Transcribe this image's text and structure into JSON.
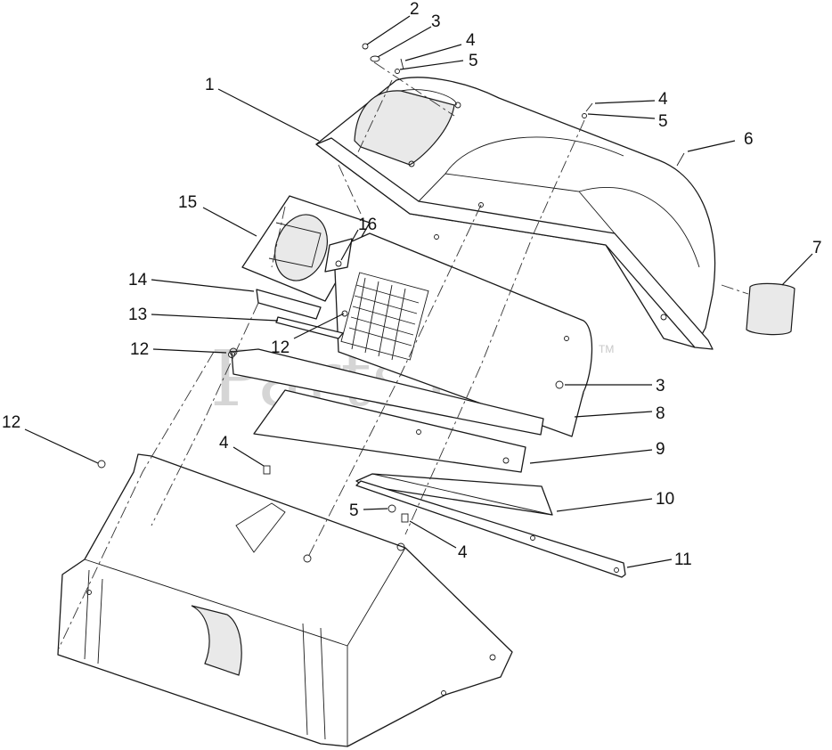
{
  "watermark": {
    "text": "PartsTree",
    "mark": "TM"
  },
  "callouts": [
    {
      "id": "c1",
      "label": "1"
    },
    {
      "id": "c2",
      "label": "2"
    },
    {
      "id": "c3a",
      "label": "3"
    },
    {
      "id": "c4a",
      "label": "4"
    },
    {
      "id": "c5a",
      "label": "5"
    },
    {
      "id": "c4b",
      "label": "4"
    },
    {
      "id": "c5b",
      "label": "5"
    },
    {
      "id": "c6",
      "label": "6"
    },
    {
      "id": "c7",
      "label": "7"
    },
    {
      "id": "c15",
      "label": "15"
    },
    {
      "id": "c16",
      "label": "16"
    },
    {
      "id": "c14",
      "label": "14"
    },
    {
      "id": "c13",
      "label": "13"
    },
    {
      "id": "c12a",
      "label": "12"
    },
    {
      "id": "c12b",
      "label": "12"
    },
    {
      "id": "c3b",
      "label": "3"
    },
    {
      "id": "c8",
      "label": "8"
    },
    {
      "id": "c12c",
      "label": "12"
    },
    {
      "id": "c4c",
      "label": "4"
    },
    {
      "id": "c9",
      "label": "9"
    },
    {
      "id": "c10",
      "label": "10"
    },
    {
      "id": "c5c",
      "label": "5"
    },
    {
      "id": "c4d",
      "label": "4"
    },
    {
      "id": "c11",
      "label": "11"
    }
  ]
}
